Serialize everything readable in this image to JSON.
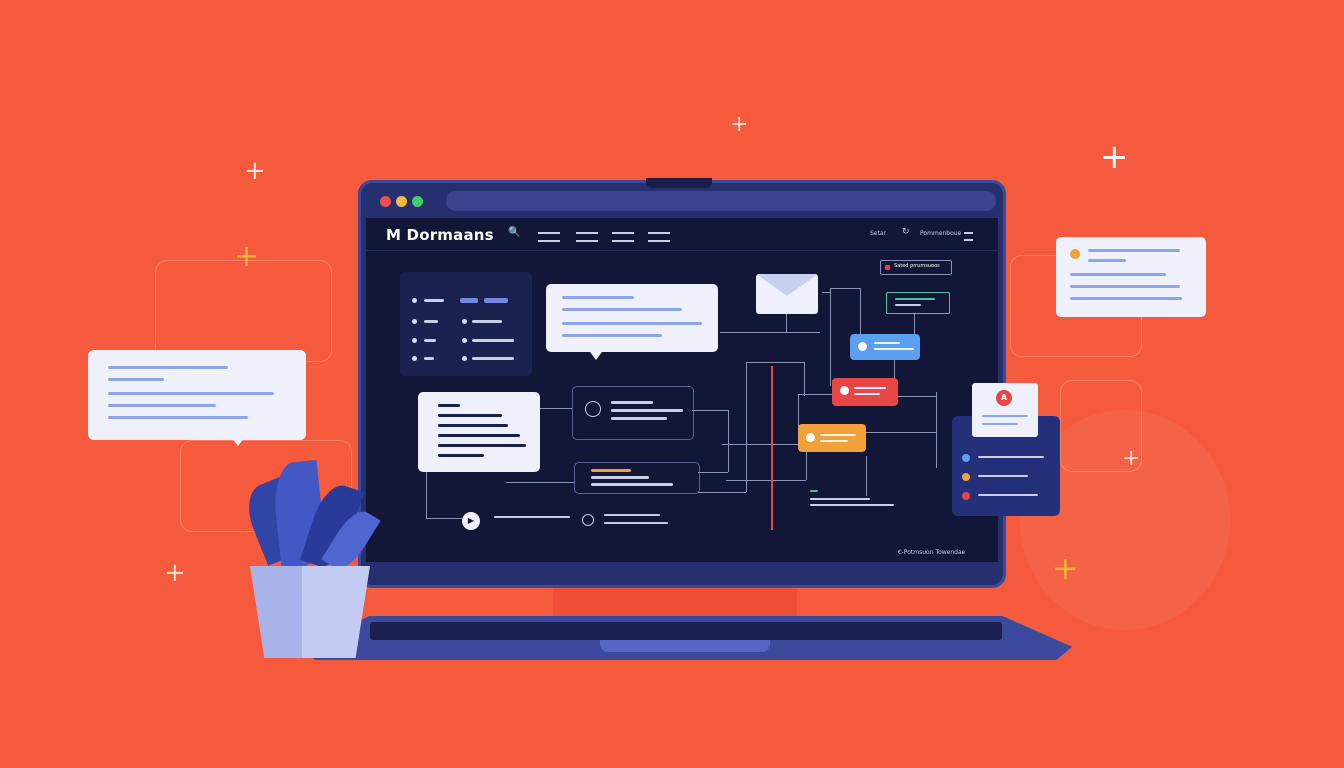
{
  "app": {
    "logo_text": "M Dormaans",
    "nav_right_items": [
      "Setar",
      "Pommenboue"
    ],
    "footer_text": "Ꞓ-Potmsuon Towendae",
    "pill_label": "Sated prrumsuoos"
  },
  "colors": {
    "background": "#f55a3c",
    "screen": "#121737",
    "bezel": "#27306e",
    "accent_blue": "#5aa0ee",
    "accent_red": "#e84545",
    "accent_orange": "#f2a03a",
    "card": "#eef0fb"
  },
  "icons": {
    "search": "🔍",
    "mail": "✉",
    "play": "▶",
    "alert": "A",
    "sparkle": "+"
  }
}
